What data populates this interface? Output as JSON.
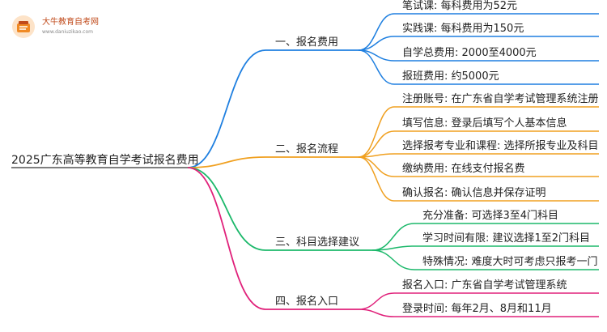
{
  "logo": {
    "name": "大牛教育自考网",
    "url": "www.daniuzikao.com"
  },
  "root": "2025广东高等教育自学考试报名费用",
  "colors": {
    "blue": "#1e7fe0",
    "orange": "#f0a020",
    "green": "#1bb86a",
    "pink": "#e0207a"
  },
  "branches": [
    {
      "title": "一、报名费用",
      "color": "blue",
      "items": [
        "笔试课: 每科费用为52元",
        "实践课: 每科费用为150元",
        "自学总费用: 2000至4000元",
        "报班费用: 约5000元"
      ]
    },
    {
      "title": "二、报名流程",
      "color": "orange",
      "items": [
        "注册账号: 在广东省自学考试管理系统注册",
        "填写信息: 登录后填写个人基本信息",
        "选择报考专业和课程: 选择所报专业及科目",
        "缴纳费用: 在线支付报名费",
        "确认报名: 确认信息并保存证明"
      ]
    },
    {
      "title": "三、科目选择建议",
      "color": "green",
      "items": [
        "充分准备: 可选择3至4门科目",
        "学习时间有限: 建议选择1至2门科目",
        "特殊情况: 难度大时可考虑只报考一门"
      ]
    },
    {
      "title": "四、报名入口",
      "color": "pink",
      "items": [
        "报名入口: 广东省自学考试管理系统",
        "登录时间: 每年2月、8月和11月"
      ]
    }
  ]
}
